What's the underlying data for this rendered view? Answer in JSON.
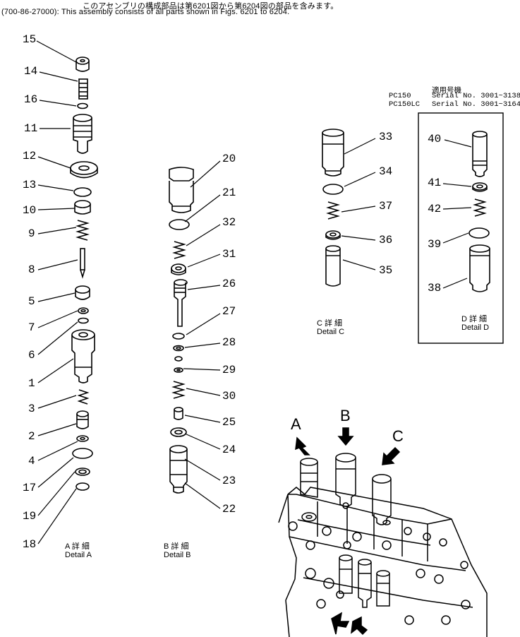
{
  "header": {
    "line1": "このアセンブリの構成部品は第6201図から第6204図の部品を含みます。",
    "line2": "(700-86-27000): This assembly consists of all parts shown in Figs. 6201 to 6204."
  },
  "serial_box": {
    "heading": "適用号機",
    "rows": [
      {
        "model": "PC150",
        "serial": "Serial No. 3001~3138"
      },
      {
        "model": "PC150LC",
        "serial": "Serial No. 3001~3164"
      }
    ]
  },
  "details": {
    "a": {
      "jp": "A 詳 細",
      "en": "Detail A"
    },
    "b": {
      "jp": "B 詳 細",
      "en": "Detail B"
    },
    "c": {
      "jp": "C 詳 細",
      "en": "Detail C"
    },
    "d": {
      "jp": "D 詳 細",
      "en": "Detail D"
    }
  },
  "view_letters": {
    "a": "A",
    "b": "B",
    "c": "C"
  },
  "part_numbers": {
    "n15": "15",
    "n14": "14",
    "n16": "16",
    "n11": "11",
    "n12": "12",
    "n13": "13",
    "n10": "10",
    "n9": "9",
    "n8": "8",
    "n5": "5",
    "n7": "7",
    "n6": "6",
    "n1": "1",
    "n3": "3",
    "n2": "2",
    "n4": "4",
    "n17": "17",
    "n19": "19",
    "n18": "18",
    "n20": "20",
    "n21": "21",
    "n32": "32",
    "n31": "31",
    "n26": "26",
    "n27": "27",
    "n28": "28",
    "n29": "29",
    "n30": "30",
    "n25": "25",
    "n24": "24",
    "n23": "23",
    "n22": "22",
    "n33": "33",
    "n34": "34",
    "n37": "37",
    "n36": "36",
    "n35": "35",
    "n40": "40",
    "n41": "41",
    "n42": "42",
    "n39": "39",
    "n38": "38"
  }
}
